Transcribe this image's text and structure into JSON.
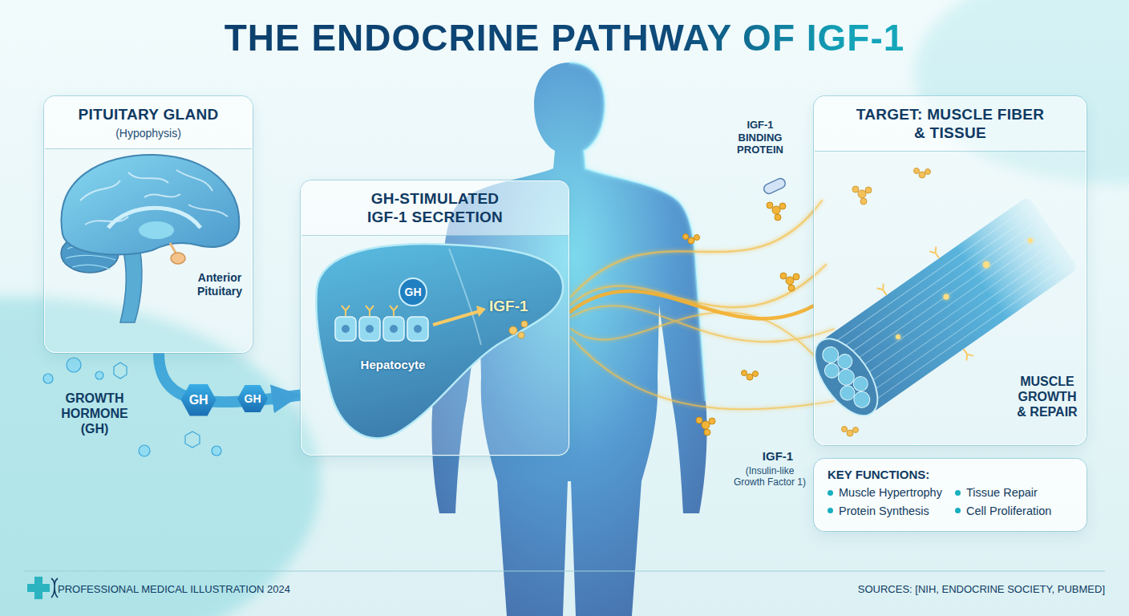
{
  "diagram": {
    "title": "THE ENDOCRINE PATHWAY OF IGF-1",
    "nodes": [
      {
        "text": [
          "PITUITARY GLAND",
          "(Hypophysis)"
        ]
      },
      {
        "text": [
          "GH-STIMULATED IGF-1 SECRETION"
        ]
      },
      {
        "text": [
          "TARGET: MUSCLE FIBER & TISSUE"
        ]
      },
      {
        "text": [
          "KEY FUNCTIONS:",
          "Muscle Hypertrophy",
          "Tissue Repair",
          "Protein Synthesis",
          "Cell Proliferation"
        ]
      }
    ],
    "edges": [
      {
        "from": 0,
        "to": 1,
        "arrow": "to",
        "label": "GH"
      },
      {
        "from": 1,
        "to": 2,
        "arrow": "none"
      }
    ],
    "labels": [
      "Anterior Pituitary",
      "GROWTH HORMONE (GH)",
      "GH",
      "GH",
      "Hepatocyte",
      "IGF-1",
      "IGF-1 BINDING PROTEIN",
      "IGF-1",
      "(Insulin-like Growth Factor 1)",
      "MUSCLE GROWTH & REPAIR",
      "PROFESSIONAL MEDICAL ILLUSTRATION 2024",
      "SOURCES: [NIH, ENDOCRINE SOCIETY, PUBMED]"
    ]
  }
}
